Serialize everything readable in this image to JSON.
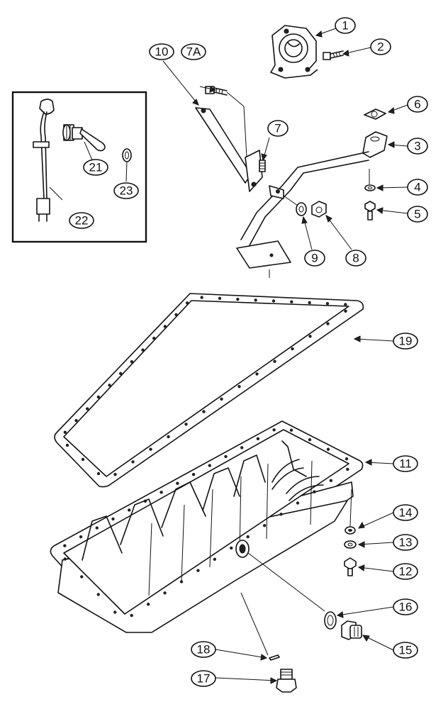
{
  "diagram": {
    "callouts": {
      "c1": "1",
      "c2": "2",
      "c3": "3",
      "c4": "4",
      "c5": "5",
      "c6": "6",
      "c7": "7",
      "c7a": "7A",
      "c8": "8",
      "c9": "9",
      "c10": "10",
      "c11": "11",
      "c12": "12",
      "c13": "13",
      "c14": "14",
      "c15": "15",
      "c16": "16",
      "c17": "17",
      "c18": "18",
      "c19": "19",
      "c21": "21",
      "c22": "22",
      "c23": "23"
    }
  }
}
